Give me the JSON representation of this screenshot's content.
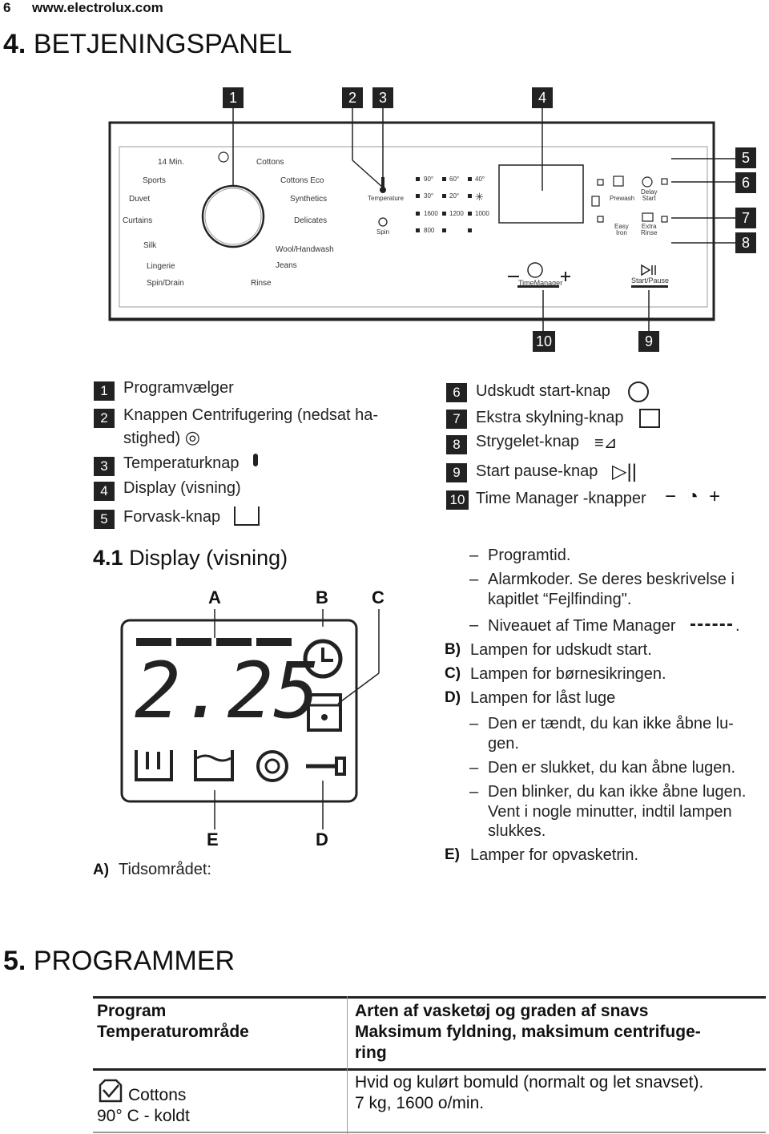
{
  "header": {
    "page_number": "6",
    "url": "www.electrolux.com"
  },
  "section4": {
    "number": "4.",
    "title": "BETJENINGSPANEL"
  },
  "panel": {
    "callouts_top": [
      "1",
      "2",
      "3",
      "4"
    ],
    "callouts_right": [
      "5",
      "6",
      "7",
      "8"
    ],
    "callouts_bottom": [
      "10",
      "9"
    ],
    "dial_labels_left": [
      "14 Min.",
      "Sports",
      "Duvet",
      "Curtains",
      "Silk",
      "Lingerie",
      "Spin/Drain"
    ],
    "dial_labels_right": [
      "Cottons",
      "Cottons Eco",
      "Synthetics",
      "Delicates",
      "Wool/Handwash",
      "Jeans",
      "Rinse"
    ],
    "temperature_label": "Temperature",
    "spin_label": "Spin",
    "temps": [
      "90°",
      "60°",
      "40°",
      "30°",
      "20°"
    ],
    "speeds": [
      "1600",
      "1200",
      "1000",
      "800"
    ],
    "prewash_label": "Prewash",
    "delay_start_label": [
      "Delay",
      "Start"
    ],
    "easy_iron_label": [
      "Easy",
      "Iron"
    ],
    "extra_rinse_label": [
      "Extra",
      "Rinse"
    ],
    "time_manager_label": "TimeManager",
    "start_pause_label": "Start/Pause"
  },
  "legend_left": [
    {
      "num": "1",
      "text": "Programvælger"
    },
    {
      "num": "2",
      "text": "Knappen Centrifugering (nedsat ha-",
      "text2": "stighed)"
    },
    {
      "num": "3",
      "text": "Temperaturknap"
    },
    {
      "num": "4",
      "text": "Display (visning)"
    },
    {
      "num": "5",
      "text": "Forvask-knap"
    }
  ],
  "legend_right": [
    {
      "num": "6",
      "text": "Udskudt start-knap"
    },
    {
      "num": "7",
      "text": "Ekstra skylning-knap"
    },
    {
      "num": "8",
      "text": "Strygelet-knap"
    },
    {
      "num": "9",
      "text": "Start pause-knap"
    },
    {
      "num": "10",
      "text": "Time Manager -knapper"
    }
  ],
  "subsection": {
    "number": "4.1",
    "title": "Display (visning)"
  },
  "display": {
    "letters": [
      "A",
      "B",
      "C",
      "E",
      "D"
    ],
    "digits": "2.25",
    "a_label": "A)",
    "a_text": "Tidsområdet:"
  },
  "right_text": {
    "dash1": "Programtid.",
    "dash2a": "Alarmkoder. Se deres beskrivelse i",
    "dash2b": "kapitlet “Fejlfinding\".",
    "dash3": "Niveauet af Time Manager",
    "dash3_end": ".",
    "b_label": "B)",
    "b_text": "Lampen for udskudt start.",
    "c_label": "C)",
    "c_text": "Lampen for børnesikringen.",
    "d_label": "D)",
    "d_text": "Lampen for låst luge",
    "d1a": "Den er tændt, du kan ikke åbne lu-",
    "d1b": "gen.",
    "d2": "Den er slukket, du kan åbne lugen.",
    "d3a": "Den blinker, du kan ikke åbne lugen.",
    "d3b": "Vent i nogle minutter, indtil lampen",
    "d3c": "slukkes.",
    "e_label": "E)",
    "e_text": "Lamper for opvasketrin."
  },
  "section5": {
    "number": "5.",
    "title": "PROGRAMMER"
  },
  "table": {
    "head_left_1": "Program",
    "head_left_2": "Temperaturområde",
    "head_right_1": "Arten af vasketøj og graden af snavs",
    "head_right_2": "Maksimum fyldning, maksimum centrifuge-",
    "head_right_3": "ring",
    "row1_left_1": "Cottons",
    "row1_left_2": "90° C - koldt",
    "row1_right_1": "Hvid og kulørt bomuld (normalt og let snavset).",
    "row1_right_2": "7 kg, 1600 o/min."
  }
}
